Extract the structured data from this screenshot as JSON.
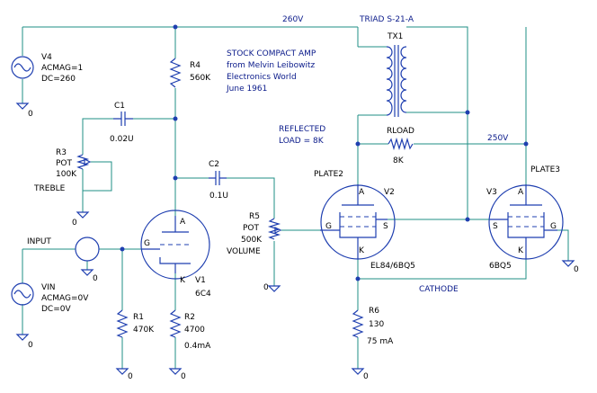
{
  "nets": {
    "b_plus": "260V",
    "out_b": "250V",
    "triad": "TRIAD S-21-A",
    "cathode": "CATHODE"
  },
  "notes": {
    "l1": "STOCK COMPACT AMP",
    "l2": "from Melvin Leibowitz",
    "l3": "Electronics World",
    "l4": "June 1961",
    "r1": "REFLECTED",
    "r2": "LOAD = 8K"
  },
  "v4": {
    "name": "V4",
    "acmag": "ACMAG=1",
    "dc": "DC=260"
  },
  "vin": {
    "name": "VIN",
    "acmag": "ACMAG=0V",
    "dc": "DC=0V"
  },
  "input": "INPUT",
  "r4": {
    "name": "R4",
    "value": "560K"
  },
  "c1": {
    "name": "C1",
    "value": "0.02U"
  },
  "c2": {
    "name": "C2",
    "value": "0.1U"
  },
  "r3": {
    "name": "R3",
    "pot": "POT",
    "value": "100K",
    "label": "TREBLE"
  },
  "r5": {
    "name": "R5",
    "pot": "POT",
    "value": "500K",
    "label": "VOLUME"
  },
  "r1": {
    "name": "R1",
    "value": "470K"
  },
  "r2": {
    "name": "R2",
    "value": "4700",
    "current": "0.4mA"
  },
  "v1": {
    "name": "V1",
    "type": "6C4"
  },
  "v2": {
    "name": "V2",
    "type": "EL84/6BQ5",
    "plate": "PLATE2"
  },
  "v3": {
    "name": "V3",
    "type": "6BQ5",
    "plate": "PLATE3"
  },
  "tx1": "TX1",
  "rload": {
    "name": "RLOAD",
    "value": "8K"
  },
  "r6": {
    "name": "R6",
    "value": "130",
    "current": "75 mA"
  },
  "pins": {
    "a": "A",
    "k": "K",
    "g": "G",
    "s": "S"
  },
  "gnd": "0"
}
